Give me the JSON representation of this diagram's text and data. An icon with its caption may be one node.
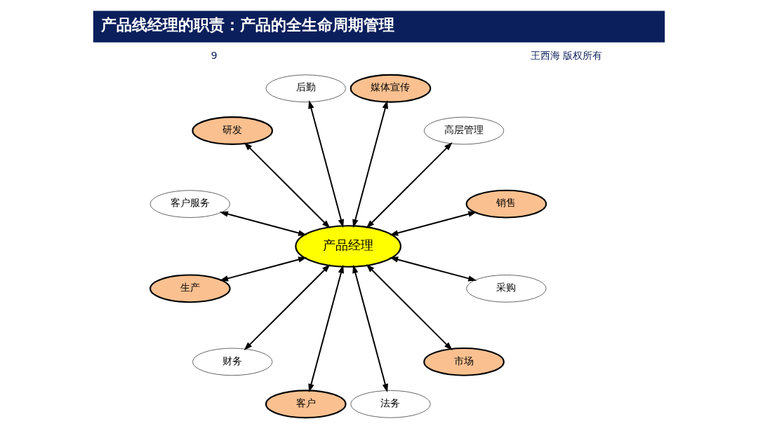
{
  "diagram": {
    "title": "产品线经理的职责：产品的全生命周期管理",
    "nodes": [
      {
        "text": [
          "产品经理"
        ]
      },
      {
        "text": [
          "销售"
        ]
      },
      {
        "text": [
          "高层管理"
        ]
      },
      {
        "text": [
          "媒体宣传"
        ]
      },
      {
        "text": [
          "后勤"
        ]
      },
      {
        "text": [
          "研发"
        ]
      },
      {
        "text": [
          "客户服务"
        ]
      },
      {
        "text": [
          "生产"
        ]
      },
      {
        "text": [
          "财务"
        ]
      },
      {
        "text": [
          "客户"
        ]
      },
      {
        "text": [
          "法务"
        ]
      },
      {
        "text": [
          "市场"
        ]
      },
      {
        "text": [
          "采购"
        ]
      }
    ],
    "edges": [
      {
        "from": 0,
        "to": 1,
        "arrow": "both"
      },
      {
        "from": 0,
        "to": 2,
        "arrow": "both"
      },
      {
        "from": 0,
        "to": 3,
        "arrow": "both"
      },
      {
        "from": 0,
        "to": 4,
        "arrow": "both"
      },
      {
        "from": 0,
        "to": 5,
        "arrow": "both"
      },
      {
        "from": 0,
        "to": 6,
        "arrow": "both"
      },
      {
        "from": 0,
        "to": 7,
        "arrow": "both"
      },
      {
        "from": 0,
        "to": 8,
        "arrow": "both"
      },
      {
        "from": 0,
        "to": 9,
        "arrow": "both"
      },
      {
        "from": 0,
        "to": 10,
        "arrow": "both"
      },
      {
        "from": 0,
        "to": 11,
        "arrow": "both"
      },
      {
        "from": 0,
        "to": 12,
        "arrow": "both"
      }
    ],
    "labels": [
      "王西海 版权所有",
      "9"
    ]
  }
}
